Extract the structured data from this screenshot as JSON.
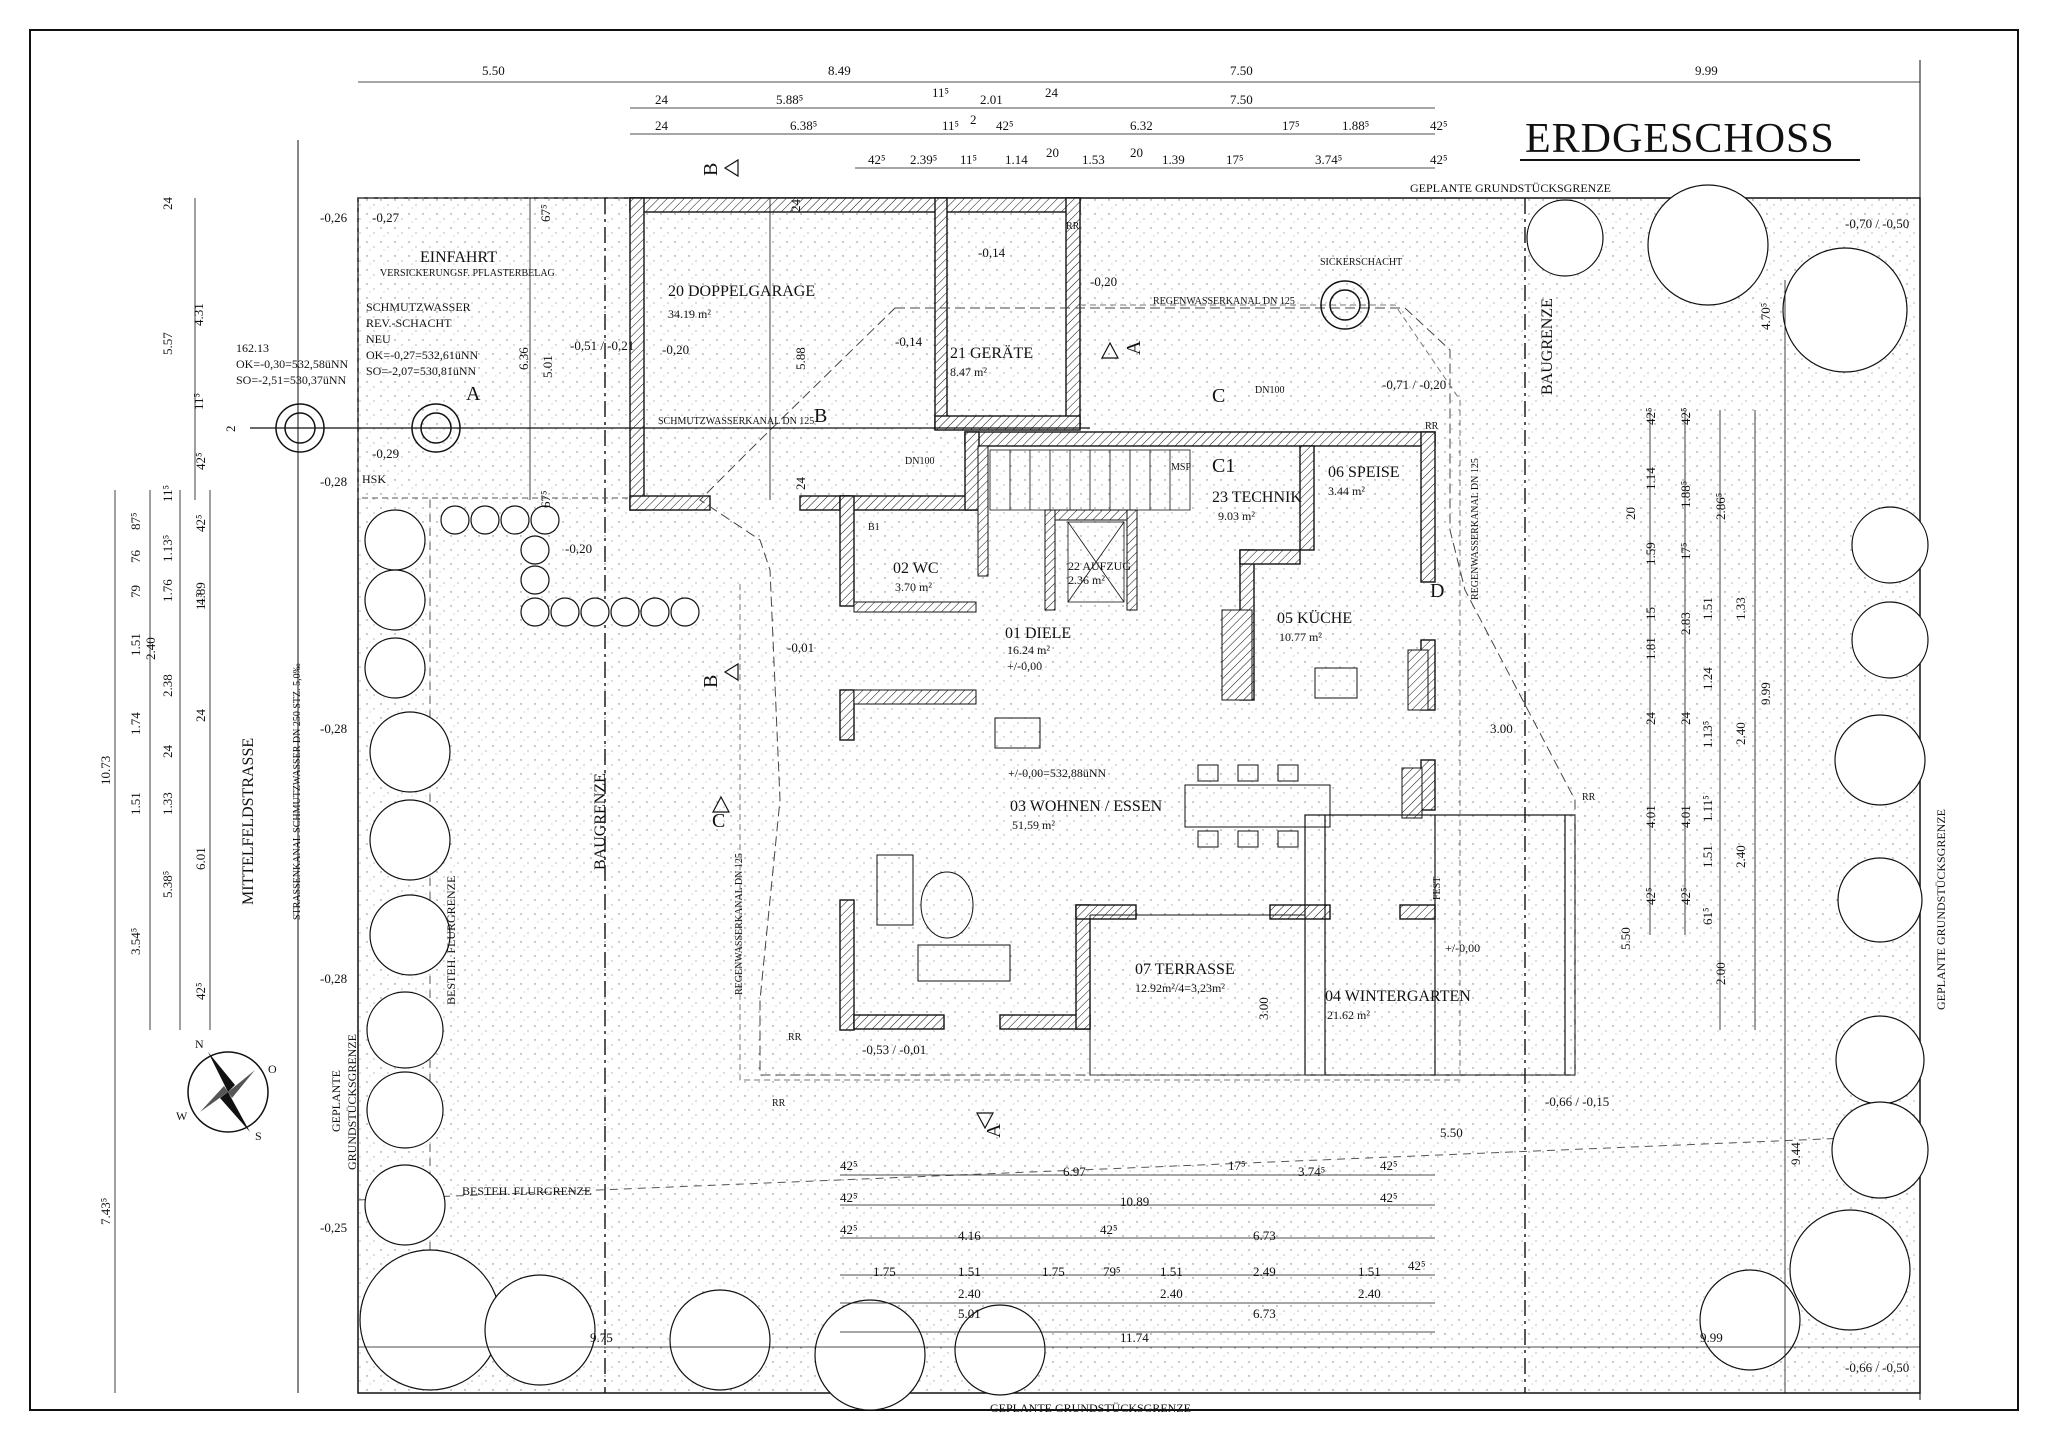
{
  "title": "ERDGESCHOSS",
  "rooms": {
    "garage": {
      "name": "20 DOPPELGARAGE",
      "area": "34.19 m²"
    },
    "geraete": {
      "name": "21 GERÄTE",
      "area": "8.47 m²"
    },
    "technik": {
      "name": "23 TECHNIK",
      "area": "9.03 m²"
    },
    "speise": {
      "name": "06 SPEISE",
      "area": "3.44 m²"
    },
    "wc": {
      "name": "02 WC",
      "area": "3.70 m²"
    },
    "aufzug": {
      "name": "22 AUFZUG",
      "area": "2.36 m²"
    },
    "diele": {
      "name": "01 DIELE",
      "area": "16.24 m²",
      "level": "+/-0,00"
    },
    "kueche": {
      "name": "05 KÜCHE",
      "area": "10.77 m²"
    },
    "wohnen": {
      "name": "03 WOHNEN / ESSEN",
      "area": "51.59 m²",
      "level": "+/-0,00=532,88üNN"
    },
    "terrasse": {
      "name": "07 TERRASSE",
      "area": "12.92m²/4=3,23m²"
    },
    "wintergarten": {
      "name": "04 WINTERGARTEN",
      "area": "21.62 m²",
      "level": "+/-0,00"
    }
  },
  "site_labels": {
    "einfahrt": "EINFAHRT",
    "einfahrt_note": "VERSICKERUNGSF. PFLASTERBELAG",
    "schmutz_1": "SCHMUTZWASSER",
    "schmutz_2": "REV.-SCHACHT",
    "schmutz_3": "NEU",
    "schmutz_4": "OK=-0,27=532,61üNN",
    "schmutz_5": "SO=-2,07=530,81üNN",
    "existing_1": "162.13",
    "existing_2": "OK=-0,30=532,58üNN",
    "existing_3": "SO=-2,51=530,37üNN",
    "street": "MITTELFELDSTRASSE",
    "street_sewer": "STRASSENKANAL SCHMUTZWASSER DN 250 STZ. 5,0‰",
    "grenze_top": "GEPLANTE GRUNDSTÜCKSGRENZE",
    "grenze_bottom": "GEPLANTE GRUNDSTÜCKSGRENZE",
    "grenze_right": "GEPLANTE GRUNDSTÜCKSGRENZE",
    "grenze_left_1": "GEPLANTE",
    "grenze_left_2": "GRUNDSTÜCKSGRENZE",
    "baugrenze": "BAUGRENZE",
    "flurgrenze": "BESTEH. FLURGRENZE",
    "sickerschacht": "SICKERSCHACHT",
    "regenkanal": "REGENWASSERKANAL  DN 125",
    "schmutzkanal": "SCHMUTZWASSERKANAL DN 125",
    "fest": "FEST",
    "hsk": "HSK",
    "dn100": "DN100",
    "rr": "RR",
    "b1": "B1",
    "msp": "MSP"
  },
  "levels": [
    "-0,26",
    "-0,27",
    "-0,51 / -0,21",
    "-0,20",
    "-0,14",
    "-0,14",
    "-0,20",
    "-0,71 / -0,20",
    "-0,29",
    "-0,28",
    "-0,20",
    "-0,01",
    "-0,28",
    "-0,28",
    "-0,53 / -0,01",
    "-0,25",
    "-0,66 / -0,15",
    "-0,70 / -0,50",
    "-0,66 / -0,50"
  ],
  "section_marks": {
    "a": "A",
    "b": "B",
    "c": "C",
    "c1": "C1",
    "d": "D"
  },
  "compass": {
    "n": "N",
    "o": "O",
    "s": "S",
    "w": "W"
  },
  "dimensions": {
    "top_row1": [
      "5.50",
      "8.49",
      "7.50",
      "9.99"
    ],
    "top_row2": [
      "24",
      "5.88⁵",
      "11⁵",
      "2.01",
      "24",
      "7.50"
    ],
    "top_row3": [
      "24",
      "6.38⁵",
      "11⁵",
      "2",
      "42⁵",
      "6.32",
      "17⁵",
      "1.88⁵",
      "42⁵"
    ],
    "top_row4": [
      "42⁵",
      "2.39⁵",
      "11⁵",
      "1.14",
      "20",
      "1.53",
      "20",
      "1.39",
      "17⁵",
      "3.74⁵",
      "42⁵"
    ],
    "bottom_row1": [
      "42⁵",
      "6.97",
      "17⁵",
      "3.74⁵",
      "42⁵"
    ],
    "bottom_row2": [
      "42⁵",
      "10.89",
      "42⁵"
    ],
    "bottom_row3": [
      "42⁵",
      "4.16",
      "42⁵",
      "6.73"
    ],
    "bottom_row4": [
      "1.75",
      "1.51",
      "1.75",
      "79⁵",
      "1.51",
      "2.49",
      "1.51",
      "42⁵"
    ],
    "bottom_row5": [
      "2.40",
      "2.40",
      "2.40"
    ],
    "bottom_row6": [
      "5.01",
      "6.73"
    ],
    "bottom_row7": [
      "9.75",
      "11.74",
      "9.99"
    ],
    "left_outer": [
      "10.73",
      "7.43⁵"
    ],
    "left_a": [
      "24",
      "4.31",
      "5.57",
      "11⁵",
      "2"
    ],
    "left_b": [
      "87⁵",
      "76",
      "79",
      "1.51",
      "1.74",
      "1.51",
      "3.54⁵"
    ],
    "left_c": [
      "1.13⁵",
      "1.76",
      "2.40",
      "2.38",
      "1.33",
      "5.38⁵",
      "6.01"
    ],
    "left_d": [
      "42⁵",
      "11⁵",
      "42⁵",
      "11⁵",
      "24",
      "24",
      "4.89",
      "42⁵"
    ],
    "garage_dims": [
      "6.36",
      "5.01",
      "5.88",
      "24",
      "24",
      "67⁵",
      "67⁵"
    ],
    "right_a": [
      "42⁵",
      "1.14",
      "20",
      "1.59",
      "15",
      "1.81",
      "24",
      "4.01",
      "42⁵"
    ],
    "right_b": [
      "42⁵",
      "1.88⁵",
      "17⁵",
      "2.83",
      "24",
      "4.01",
      "42⁵"
    ],
    "right_c": [
      "2.86⁵",
      "1.51",
      "1.24",
      "1.13⁵",
      "1.11⁵",
      "1.51",
      "61⁵",
      "2.00"
    ],
    "right_d": [
      "1.33",
      "9.99",
      "2.40",
      "2.40",
      "5.50"
    ],
    "right_far": [
      "4.70⁵",
      "9.44"
    ],
    "misc": [
      "3.00",
      "3.00",
      "5.50"
    ]
  }
}
